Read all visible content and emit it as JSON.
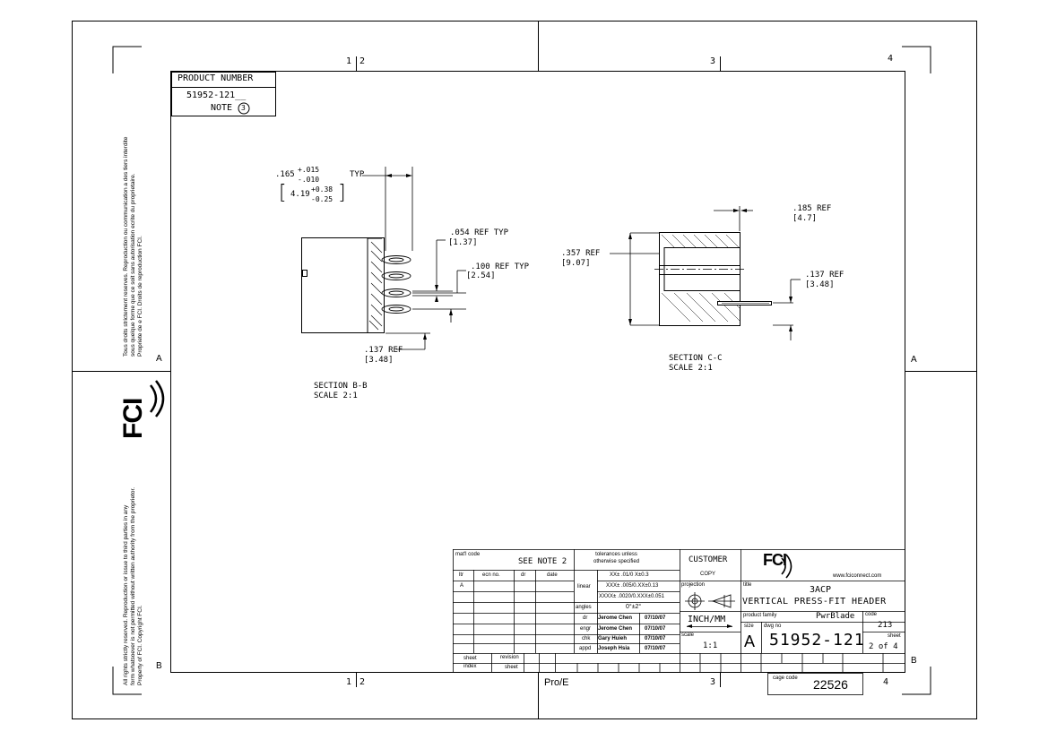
{
  "zones": {
    "top": [
      "1",
      "2",
      "3",
      "4"
    ],
    "bottom": [
      "1",
      "2",
      "3",
      "4"
    ],
    "left": [
      "A",
      "B"
    ],
    "right": [
      "A",
      "B"
    ]
  },
  "product_box": {
    "header": "PRODUCT NUMBER",
    "number": "51952-121__",
    "note": "NOTE",
    "note_num": "3"
  },
  "section_bb": {
    "typ": "TYP",
    "dim_main": ".165",
    "tol_plus": "+.015",
    "tol_minus": "-.010",
    "dim_mm": "4.19",
    "tol_mm_plus": "+0.38",
    "tol_mm_minus": "-0.25",
    "dim1": ".054  REF TYP",
    "dim1_mm": "[1.37]",
    "dim2": ".100  REF TYP",
    "dim2_mm": "[2.54]",
    "dim3": ".137  REF",
    "dim3_mm": "[3.48]",
    "label": "SECTION  B-B",
    "scale": "SCALE  2:1"
  },
  "section_cc": {
    "dim1": ".185 REF",
    "dim1_mm": "[4.7]",
    "dim2": ".357  REF",
    "dim2_mm": "[9.07]",
    "dim3": ".137  REF",
    "dim3_mm": "[3.48]",
    "label": "SECTION  C-C",
    "scale": "SCALE  2:1"
  },
  "side_text": {
    "french": [
      "Tous droits strictement reserves.  Reproduction ou communication a des tiers interdite",
      "sous quelque forme que ce soit sans autorisation ecrite du proprietaire.",
      "Propriete de e FCI.  Droits de reproduction FCI."
    ],
    "english": [
      "All rights strictly reserved.  Reproduction or issue to third parties in any",
      "form whatsoever is not permitted without written authority from the proprietor.",
      "Property of FCI.  Copyright FCI."
    ],
    "logo": "FCI"
  },
  "title_block": {
    "matl_code": "mat'l code",
    "see_note": "SEE NOTE 2",
    "rev_headers": [
      "ltr",
      "ecn no.",
      "dr",
      "date"
    ],
    "rev_ltr": "A",
    "tolerances": "tolerances unless\notherwise specified",
    "linear": "linear",
    "tol1": "XX± .01/0 X±0.3",
    "tol2": "XXX± .005/0.XX±0.13",
    "tol3": "XXXX± .0020/0.XXX±0.051",
    "angles": "angles",
    "angle_tol": "0°±2°",
    "sign": [
      {
        "role": "dr",
        "name": "Jerome Chen",
        "date": "07/10/07"
      },
      {
        "role": "engr",
        "name": "Jerome Chen",
        "date": "07/10/07"
      },
      {
        "role": "chk",
        "name": "Gary Huieh",
        "date": "07/10/07"
      },
      {
        "role": "appd",
        "name": "Joseph Hsia",
        "date": "07/10/07"
      }
    ],
    "customer": "CUSTOMER",
    "copy": "COPY",
    "projection": "projection",
    "units": "INCH/MM",
    "scale_label": "scale",
    "scale_value": "1:1",
    "logo": "FCI",
    "website": "www.fciconnect.com",
    "title_label": "title",
    "title1": "3ACP",
    "title2": "VERTICAL PRESS-FIT HEADER",
    "family_label": "product family",
    "family": "PwrBlade",
    "code_label": "code",
    "code": "213",
    "size_label": "size",
    "size": "A",
    "dwg_label": "dwg no",
    "dwg_no": "51952-121",
    "sheet_label": "sheet",
    "sheet_value": "2 of 4",
    "sheet_index": "sheet\nindex",
    "revision": "revision",
    "sheet": "sheet",
    "proe": "Pro/E",
    "cage_label": "cage code",
    "cage": "22526"
  }
}
